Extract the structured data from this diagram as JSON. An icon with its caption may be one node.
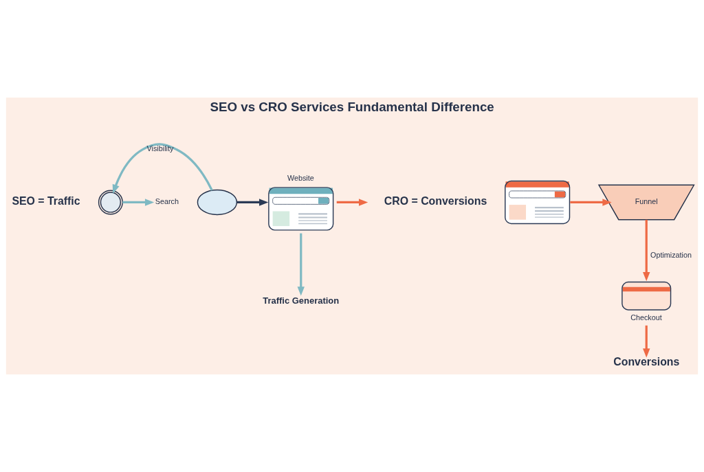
{
  "diagram": {
    "title": "SEO vs CRO Services Fundamental Difference",
    "nodes": [
      {
        "text": [],
        "shape": "picture"
      },
      {
        "text": [
          "Search"
        ]
      },
      {
        "text": [],
        "shape": "cloud"
      },
      {
        "text": [
          "Website"
        ]
      },
      {
        "text": [
          "Traffic Generation"
        ]
      },
      {
        "text": [],
        "shape": "picture"
      },
      {
        "text": [
          "Funnel"
        ]
      },
      {
        "text": [
          "Checkout"
        ]
      },
      {
        "text": [
          "Conversions"
        ]
      }
    ],
    "edges": [
      {
        "from": 0,
        "to": 1,
        "arrow": "to",
        "color": "#7fb9c3"
      },
      {
        "from": 2,
        "to": 0,
        "arrow": "to",
        "label": "Visibility",
        "color": "#7fb9c3"
      },
      {
        "from": 2,
        "to": 3,
        "arrow": "to",
        "color": "#2b3a55"
      },
      {
        "from": 3,
        "to": 4,
        "arrow": "to",
        "color": "#7fb9c3"
      },
      {
        "from": 3,
        "to": null,
        "arrow": "to"
      },
      {
        "from": 5,
        "to": 6,
        "arrow": "to"
      },
      {
        "from": 6,
        "to": 7,
        "arrow": "to",
        "label": "Optimization"
      },
      {
        "from": 7,
        "to": 8,
        "arrow": "to"
      }
    ],
    "labels": [
      "SEO = Traffic",
      "CRO = Conversions"
    ]
  }
}
